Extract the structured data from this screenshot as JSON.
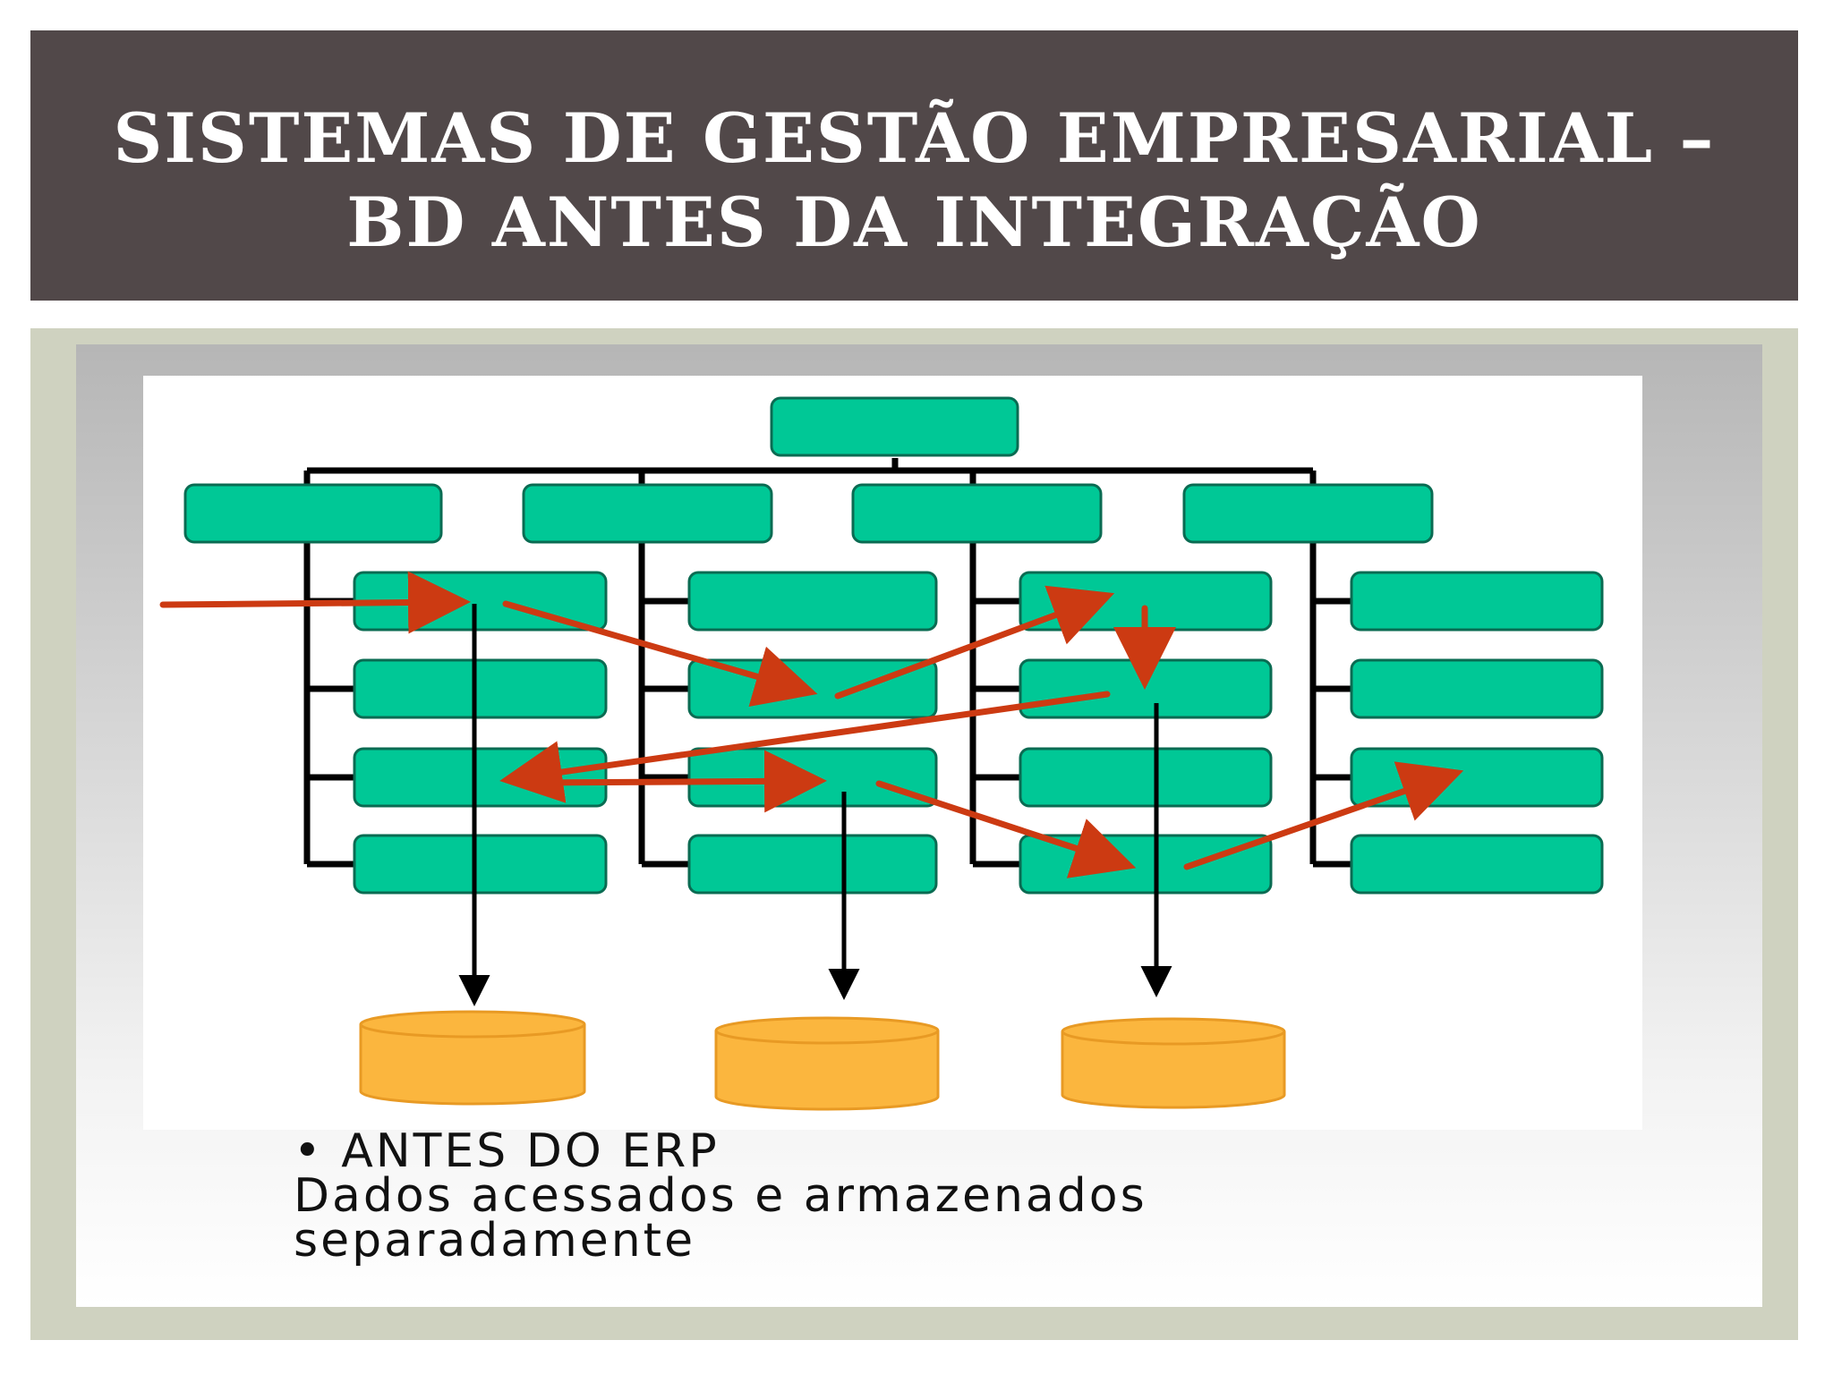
{
  "title": {
    "line1": "SISTEMAS DE GESTÃO EMPRESARIAL –",
    "line2": "BD ANTES DA INTEGRAÇÃO"
  },
  "caption": {
    "bullet": "• ANTES DO ERP",
    "line2": "Dados acessados e armazenados",
    "line3": "separadamente"
  },
  "colors": {
    "title_bar": "#514849",
    "box_fill": "#00c896",
    "database_fill": "#fbb63e",
    "flow_arrow": "#cc3a12",
    "access_arrow": "#000000"
  },
  "icons": [
    "database-icon"
  ]
}
